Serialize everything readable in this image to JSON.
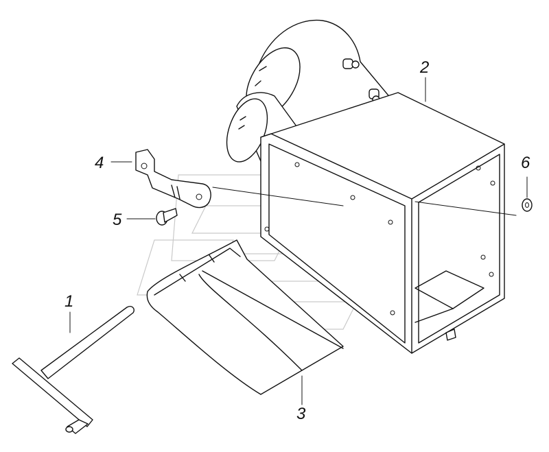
{
  "diagram": {
    "callouts": [
      {
        "id": "callout-1",
        "label": "1"
      },
      {
        "id": "callout-2",
        "label": "2"
      },
      {
        "id": "callout-3",
        "label": "3"
      },
      {
        "id": "callout-4",
        "label": "4"
      },
      {
        "id": "callout-5",
        "label": "5"
      },
      {
        "id": "callout-6",
        "label": "6"
      }
    ],
    "colors": {
      "ink": "#111111",
      "background": "#ffffff",
      "watermark": "#c9c9c9"
    }
  }
}
